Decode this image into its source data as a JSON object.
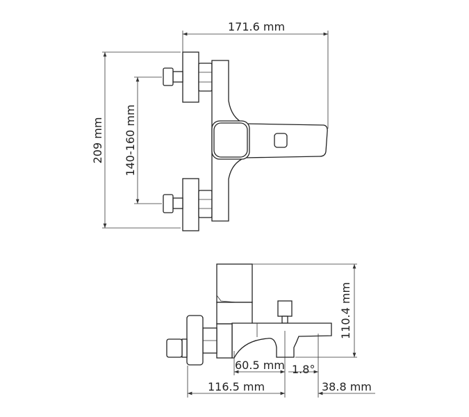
{
  "top_view": {
    "width_label": "171.6 mm",
    "height_label": "209 mm",
    "spacing_label": "140-160 mm"
  },
  "side_view": {
    "height_label": "110.4 mm",
    "spout_reach_label": "60.5 mm",
    "angle_label": "1.8°",
    "wall_to_outlet_label": "116.5 mm",
    "outlet_to_tip_label": "38.8 mm"
  },
  "colors": {
    "line": "#222222",
    "background": "#ffffff"
  }
}
